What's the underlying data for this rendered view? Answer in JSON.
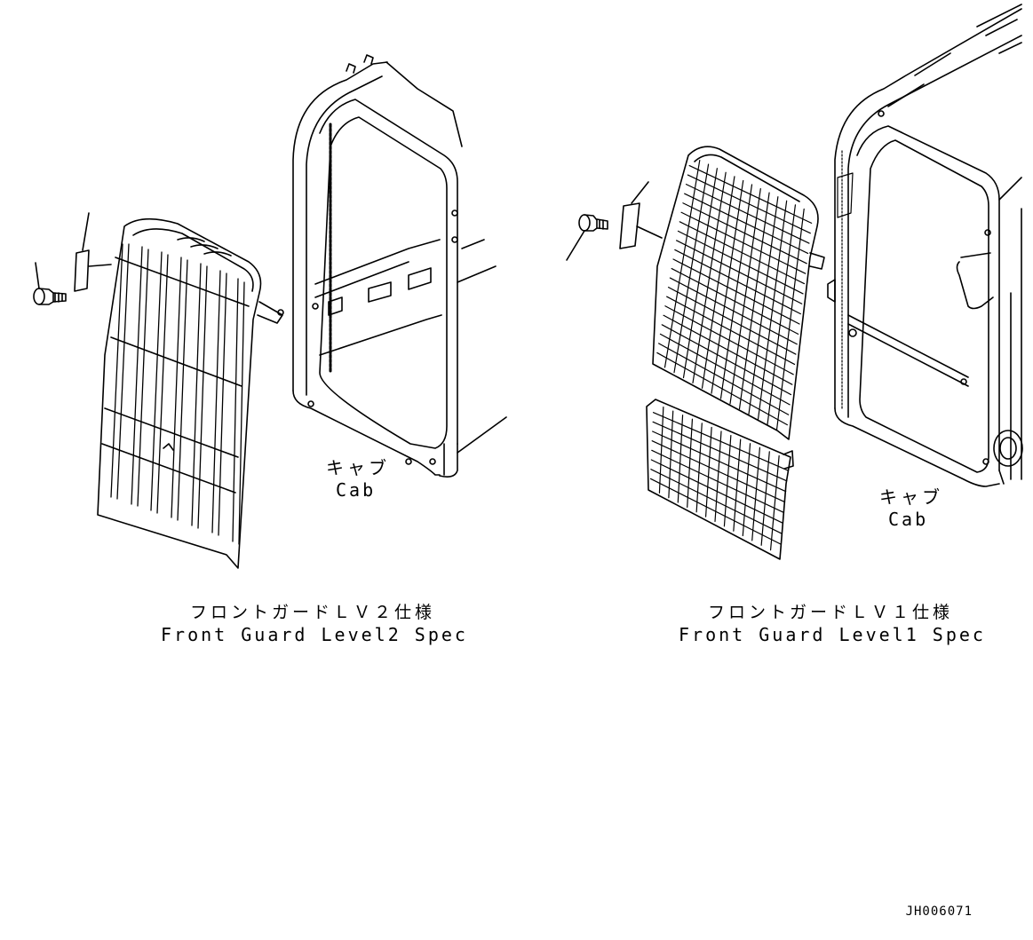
{
  "left_figure": {
    "cab_label_ja": "キャブ",
    "cab_label_en": "Cab",
    "caption_ja": "フロントガードＬＶ２仕様",
    "caption_en": "Front Guard Level2 Spec"
  },
  "right_figure": {
    "cab_label_ja": "キャブ",
    "cab_label_en": "Cab",
    "caption_ja": "フロントガードＬＶ１仕様",
    "caption_en": "Front Guard Level1 Spec"
  },
  "drawing_number": "JH006071",
  "colors": {
    "line": "#000000",
    "background": "#ffffff"
  }
}
